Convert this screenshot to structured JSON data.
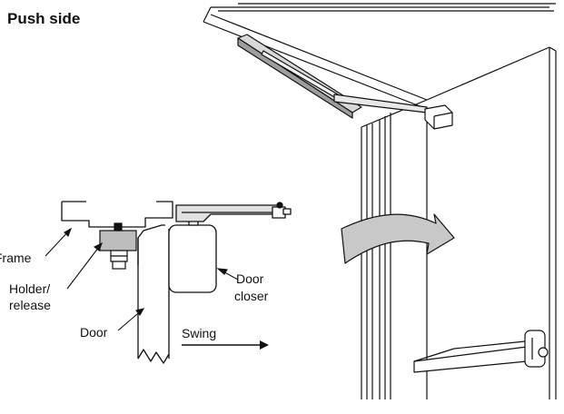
{
  "title": "Push side",
  "labels": {
    "frame": "Frame",
    "holder_line1": "Holder/",
    "holder_line2": "release",
    "door": "Door",
    "swing": "Swing",
    "closer_line1": "Door",
    "closer_line2": "closer"
  },
  "colors": {
    "ink": "#111111",
    "holder_fill": "#bdbdbd",
    "arrow_fill": "#c8c8c8",
    "arm_fill": "#e0e0e0",
    "background": "#ffffff"
  }
}
